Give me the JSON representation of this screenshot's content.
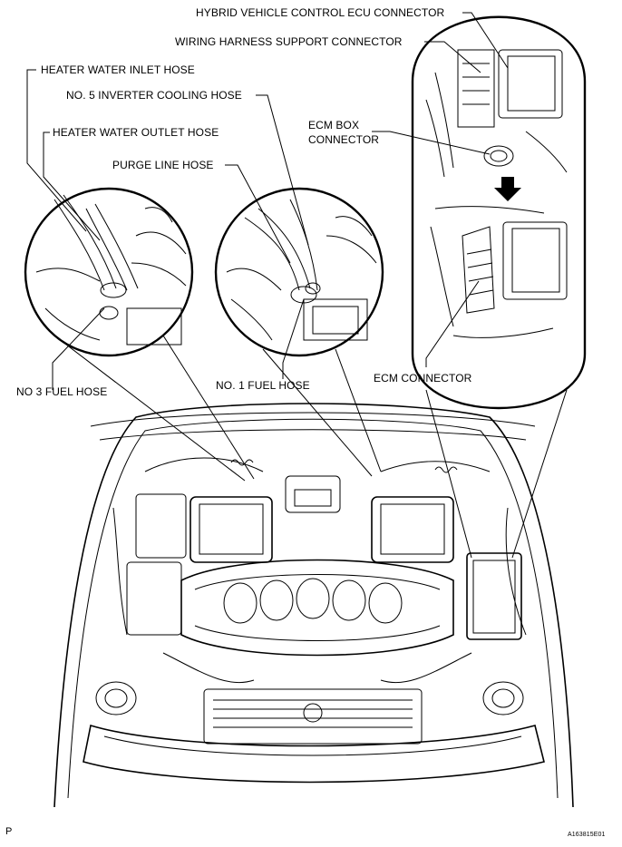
{
  "labels": {
    "hybrid_ecu_connector": "HYBRID VEHICLE CONTROL ECU CONNECTOR",
    "wiring_harness_support_connector": "WIRING HARNESS SUPPORT CONNECTOR",
    "heater_water_inlet_hose": "HEATER WATER INLET HOSE",
    "inverter_cooling_hose": "NO. 5 INVERTER COOLING HOSE",
    "heater_water_outlet_hose": "HEATER WATER OUTLET HOSE",
    "ecm_box_connector_line1": "ECM BOX",
    "ecm_box_connector_line2": "CONNECTOR",
    "purge_line_hose": "PURGE LINE HOSE",
    "no3_fuel_hose": "NO  3 FUEL HOSE",
    "no1_fuel_hose": "NO. 1 FUEL HOSE",
    "ecm_connector": "ECM CONNECTOR"
  },
  "footer": {
    "page_marker": "P",
    "figure_id": "A163815E01"
  }
}
